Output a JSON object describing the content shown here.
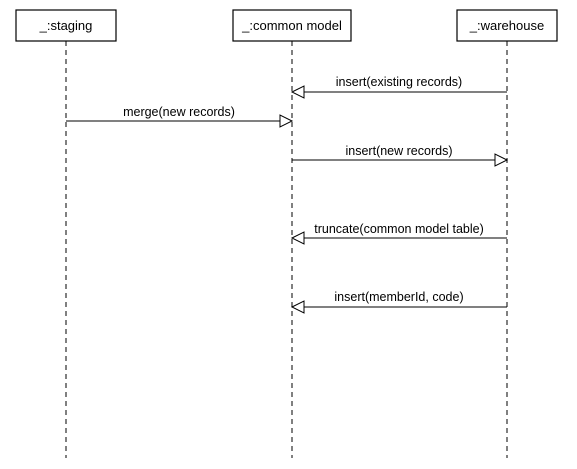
{
  "participants": [
    {
      "id": "staging",
      "label": "_:staging"
    },
    {
      "id": "common",
      "label": "_:common model"
    },
    {
      "id": "warehouse",
      "label": "_:warehouse"
    }
  ],
  "messages": [
    {
      "label": "insert(existing records)",
      "from": "warehouse",
      "to": "common"
    },
    {
      "label": "merge(new records)",
      "from": "staging",
      "to": "common"
    },
    {
      "label": "insert(new records)",
      "from": "common",
      "to": "warehouse"
    },
    {
      "label": "truncate(common model table)",
      "from": "warehouse",
      "to": "common"
    },
    {
      "label": "insert(memberId, code)",
      "from": "warehouse",
      "to": "common"
    }
  ]
}
